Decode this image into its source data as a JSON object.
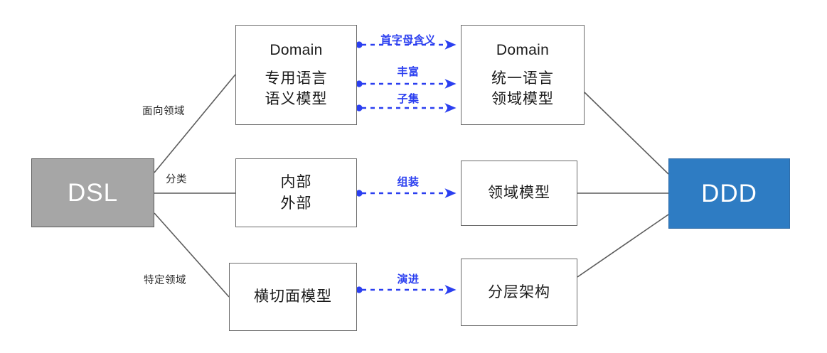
{
  "diagram": {
    "title": "DSL to DDD mapping diagram",
    "colors": {
      "dsl_fill": "#a6a6a6",
      "ddd_fill": "#2e7cc3",
      "box_stroke": "#6b6b6b",
      "relation_blue": "#2b3ff0",
      "text_dark": "#1a1a1a",
      "background": "#ffffff"
    },
    "source_node": {
      "label": "DSL"
    },
    "target_node": {
      "label": "DDD"
    },
    "left_column": [
      {
        "id": "dsl-domain",
        "lines": [
          "Domain",
          "专用语言",
          "语义模型"
        ]
      },
      {
        "id": "dsl-scope",
        "lines": [
          "内部",
          "外部"
        ]
      },
      {
        "id": "dsl-crosscut",
        "lines": [
          "横切面模型"
        ]
      }
    ],
    "right_column": [
      {
        "id": "ddd-domain",
        "lines": [
          "Domain",
          "统一语言",
          "领域模型"
        ]
      },
      {
        "id": "ddd-model",
        "lines": [
          "领域模型"
        ]
      },
      {
        "id": "ddd-layers",
        "lines": [
          "分层架构"
        ]
      }
    ],
    "branch_labels": [
      {
        "id": "branch-top",
        "text": "面向领域"
      },
      {
        "id": "branch-middle",
        "text": "分类"
      },
      {
        "id": "branch-bottom",
        "text": "特定领域"
      }
    ],
    "relations": [
      {
        "id": "rel-acronym",
        "text": "首字母含义"
      },
      {
        "id": "rel-rich",
        "text": "丰富"
      },
      {
        "id": "rel-subset",
        "text": "子集"
      },
      {
        "id": "rel-assemble",
        "text": "组装"
      },
      {
        "id": "rel-evolve",
        "text": "演进"
      }
    ]
  }
}
